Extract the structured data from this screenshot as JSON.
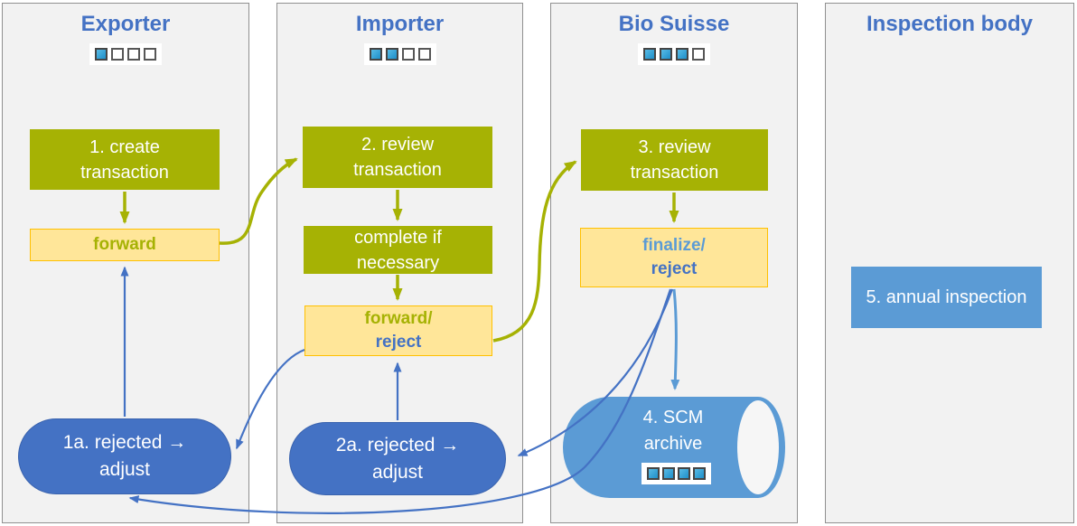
{
  "colors": {
    "header_text": "#4472C4",
    "panel_bg": "#F2F2F2",
    "panel_border": "#909090",
    "green": "#A6B204",
    "yellow_fill": "#FFE699",
    "yellow_border": "#FFC000",
    "blue_dark": "#4472C4",
    "blue_light": "#5B9BD5",
    "square_filled": "#2E9BD6",
    "square_border": "#4D4D4D"
  },
  "columns": [
    {
      "title": "Exporter",
      "progress": {
        "icon": "progress-squares",
        "filled": 1,
        "total": 4
      }
    },
    {
      "title": "Importer",
      "progress": {
        "icon": "progress-squares",
        "filled": 2,
        "total": 4
      }
    },
    {
      "title": "Bio Suisse",
      "progress": {
        "icon": "progress-squares",
        "filled": 3,
        "total": 4
      }
    },
    {
      "title": "Inspection body"
    }
  ],
  "nodes": {
    "create_transaction": {
      "line1": "1. create",
      "line2": "transaction"
    },
    "forward": {
      "label": "forward"
    },
    "review_importer": {
      "line1": "2. review",
      "line2": "transaction"
    },
    "complete_if": {
      "line1": "complete if",
      "line2": "necessary"
    },
    "forward_reject": {
      "part1": "forward/",
      "part2": "reject"
    },
    "review_biosuisse": {
      "line1": "3. review",
      "line2": "transaction"
    },
    "finalize_reject": {
      "part1": "finalize/",
      "part2": "reject"
    },
    "scm_archive": {
      "line1": "4. SCM",
      "line2": "archive",
      "progress": {
        "icon": "progress-squares",
        "filled": 4,
        "total": 4
      }
    },
    "rejected_exporter": {
      "line1": "1a. rejected →",
      "line2": "adjust"
    },
    "rejected_importer": {
      "line1": "2a. rejected →",
      "line2": "adjust"
    },
    "annual_inspection": {
      "label": "5. annual inspection"
    }
  }
}
